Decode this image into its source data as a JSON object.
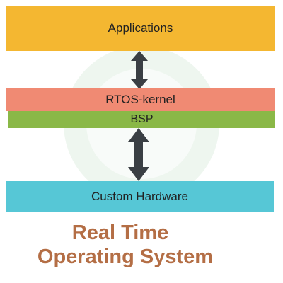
{
  "layers": {
    "applications": "Applications",
    "rtos_kernel": "RTOS-kernel",
    "bsp": "BSP",
    "custom_hardware": "Custom Hardware"
  },
  "caption": {
    "line1": "Real Time",
    "line2": "Operating System"
  },
  "colors": {
    "applications": "#f4b731",
    "rtos_kernel": "#f08a73",
    "bsp": "#8ab847",
    "custom_hardware": "#56c7d6",
    "arrow": "#3a3f44",
    "caption": "#b46e45"
  },
  "icons": [
    "double-arrow-icon",
    "watermark-logo-icon"
  ]
}
